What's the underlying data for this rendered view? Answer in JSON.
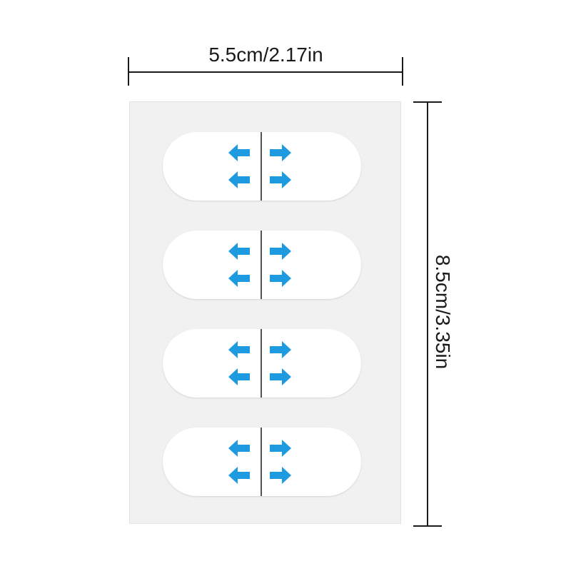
{
  "dimensions": {
    "width_label": "5.5cm/2.17in",
    "height_label": "8.5cm/3.35in"
  },
  "strips": [
    {
      "index": 1
    },
    {
      "index": 2
    },
    {
      "index": 3
    },
    {
      "index": 4
    }
  ],
  "colors": {
    "arrow": "#1e9be0",
    "divider": "#555555",
    "sheet": "#f1f1f1",
    "strip": "#ffffff"
  }
}
